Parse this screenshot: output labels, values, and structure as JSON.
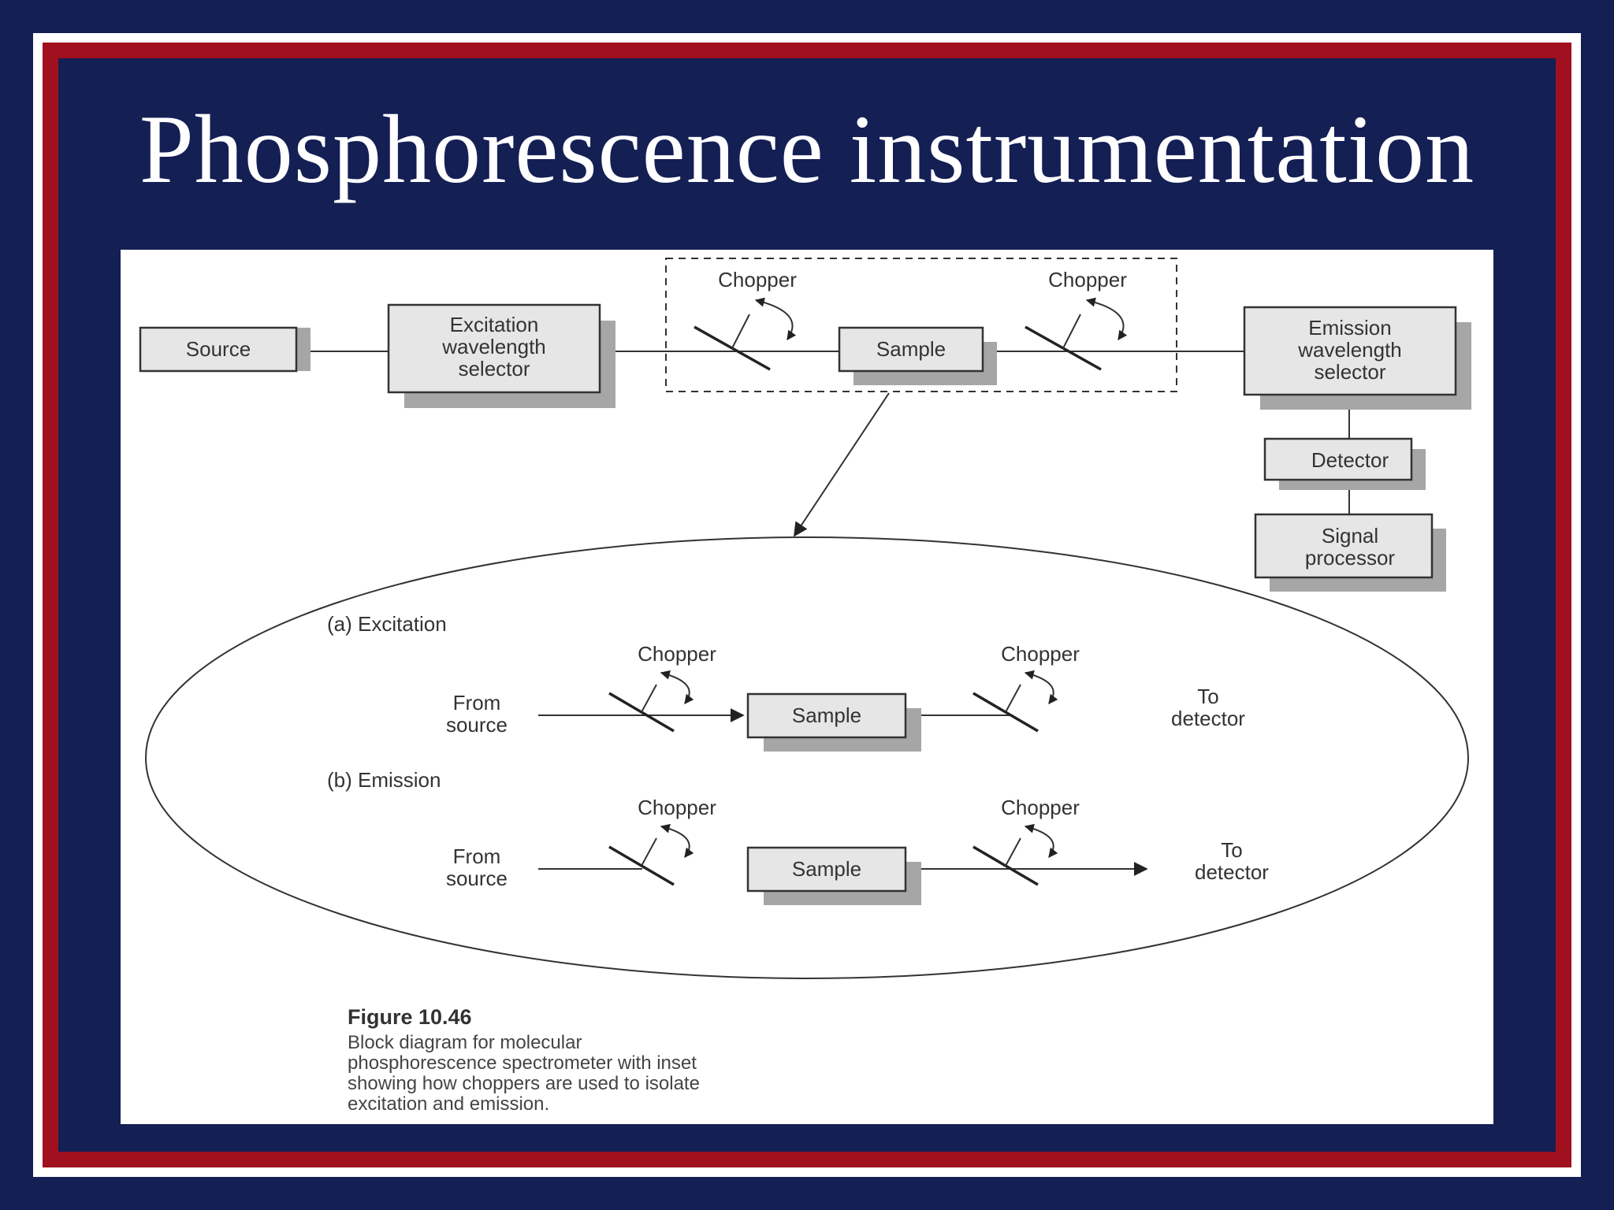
{
  "slide": {
    "title": "Phosphorescence instrumentation",
    "colors": {
      "background": "#141f54",
      "border_red": "#a0101e",
      "border_white": "#ffffff"
    }
  },
  "diagram": {
    "top": {
      "source": "Source",
      "excitation_selector": [
        "Excitation",
        "wavelength",
        "selector"
      ],
      "chopper_left": "Chopper",
      "chopper_right": "Chopper",
      "sample": "Sample",
      "emission_selector": [
        "Emission",
        "wavelength",
        "selector"
      ],
      "detector": "Detector",
      "signal_processor": [
        "Signal",
        "processor"
      ]
    },
    "inset": {
      "excitation": {
        "heading": "(a) Excitation",
        "chopper_left": "Chopper",
        "chopper_right": "Chopper",
        "from_source": [
          "From",
          "source"
        ],
        "sample": "Sample",
        "to_detector": [
          "To",
          "detector"
        ]
      },
      "emission": {
        "heading": "(b) Emission",
        "chopper_left": "Chopper",
        "chopper_right": "Chopper",
        "from_source": [
          "From",
          "source"
        ],
        "sample": "Sample",
        "to_detector": [
          "To",
          "detector"
        ]
      }
    },
    "caption": {
      "title": "Figure 10.46",
      "lines": [
        "Block diagram for molecular",
        "phosphorescence spectrometer with inset",
        "showing how choppers are used to isolate",
        "excitation and emission."
      ]
    }
  }
}
